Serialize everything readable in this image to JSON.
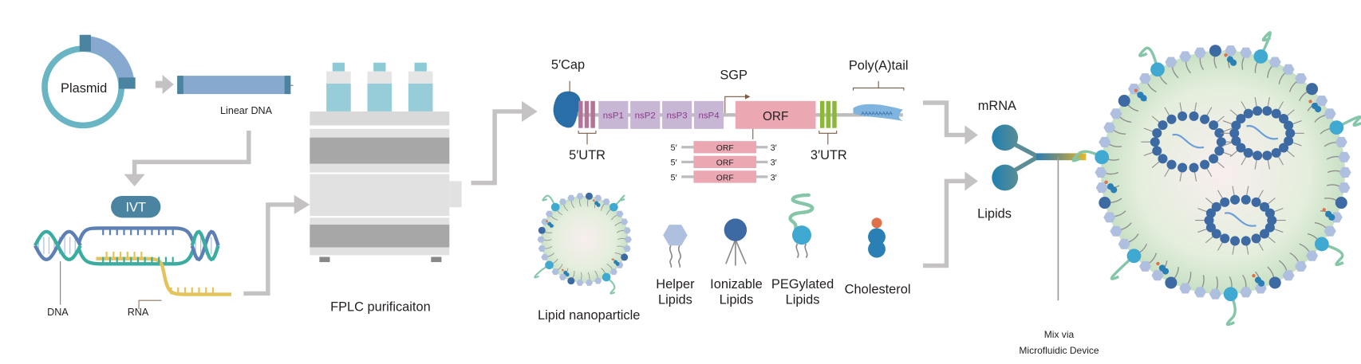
{
  "dna_prep": {
    "plasmid": "Plasmid",
    "linear_dna": "Linear DNA",
    "ivt": "IVT",
    "dna": "DNA",
    "rna": "RNA"
  },
  "purification": {
    "label": "FPLC purificaiton"
  },
  "construct": {
    "cap": "5′Cap",
    "utr5": "5′UTR",
    "nsp": [
      "nsP1",
      "nsP2",
      "nsP3",
      "nsP4"
    ],
    "sgp": "SGP",
    "orf": "ORF",
    "utr3": "3′UTR",
    "polya": "Poly(A)tail",
    "polya_seq": "AAAAAAAAA",
    "subgenomic": [
      {
        "five": "5′",
        "orf": "ORF",
        "three": "3′"
      },
      {
        "five": "5′",
        "orf": "ORF",
        "three": "3′"
      },
      {
        "five": "5′",
        "orf": "ORF",
        "three": "3′"
      }
    ]
  },
  "components": {
    "lnp": "Lipid nanoparticle",
    "helper": [
      "Helper",
      "Lipids"
    ],
    "ionizable": [
      "Ionizable",
      "Lipids"
    ],
    "pegylated": [
      "PEGylated",
      "Lipids"
    ],
    "cholesterol": "Cholesterol"
  },
  "formulation": {
    "mrna": "mRNA",
    "lipids": "Lipids",
    "mix": [
      "Mix via",
      "Microfluidic Device"
    ]
  },
  "colors": {
    "arrow": "#c4c2c2",
    "plasmid_ring": "#6ab5c4",
    "dna_blue": "#87a9cf",
    "dna_dark": "#4a84a0",
    "utr5": "#b5739a",
    "nsp": "#c7b7d5",
    "orf": "#eba8b3",
    "utr3": "#8bb83a",
    "helper": "#aebfdf",
    "ionizable": "#3e6aa3",
    "peg_head": "#40a9d2",
    "peg_chain": "#86c6a8",
    "cholesterol": "#2a7fb4",
    "chol_head": "#e0704a",
    "microfluidic": "#e3b92f"
  }
}
